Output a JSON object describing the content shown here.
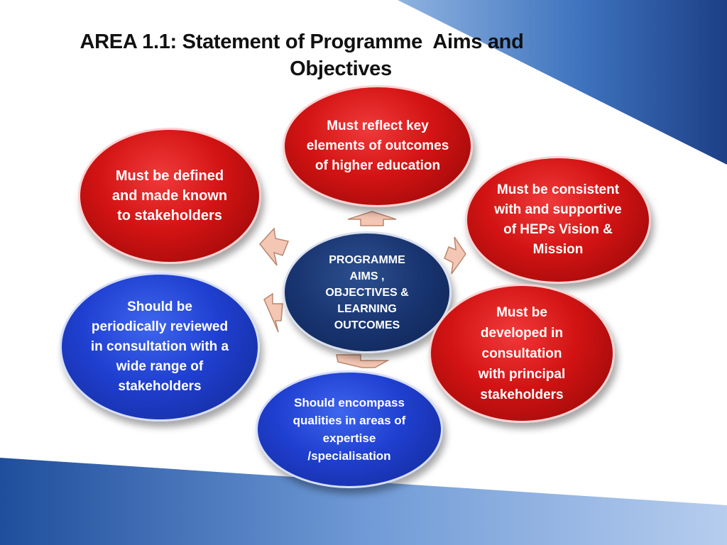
{
  "slide": {
    "title_line1": "AREA 1.1: Statement of Programme  Aims and",
    "title_line2": "Objectives"
  },
  "center": {
    "text": "PROGRAMME AIMS , OBJECTIVES  & LEARNING OUTCOMES"
  },
  "nodes": {
    "top": "Must  reflect  key elements of outcomes of higher education",
    "top_left": "Must be defined and made known to stakeholders",
    "top_right": "Must be consistent with and supportive of HEPs Vision & Mission",
    "left": "Should be periodically reviewed in consultation with a wide range  of stakeholders",
    "right": "Must be developed in consultation with principal stakeholders",
    "bottom": "Should encompass qualities in areas of expertise /specialisation"
  },
  "colors": {
    "red_node": "#d31313",
    "blue_node": "#1f3fd0",
    "center_node": "#17326d",
    "arrow_fill": "#f4c6b4",
    "accent_band": "#1f4e9c"
  }
}
